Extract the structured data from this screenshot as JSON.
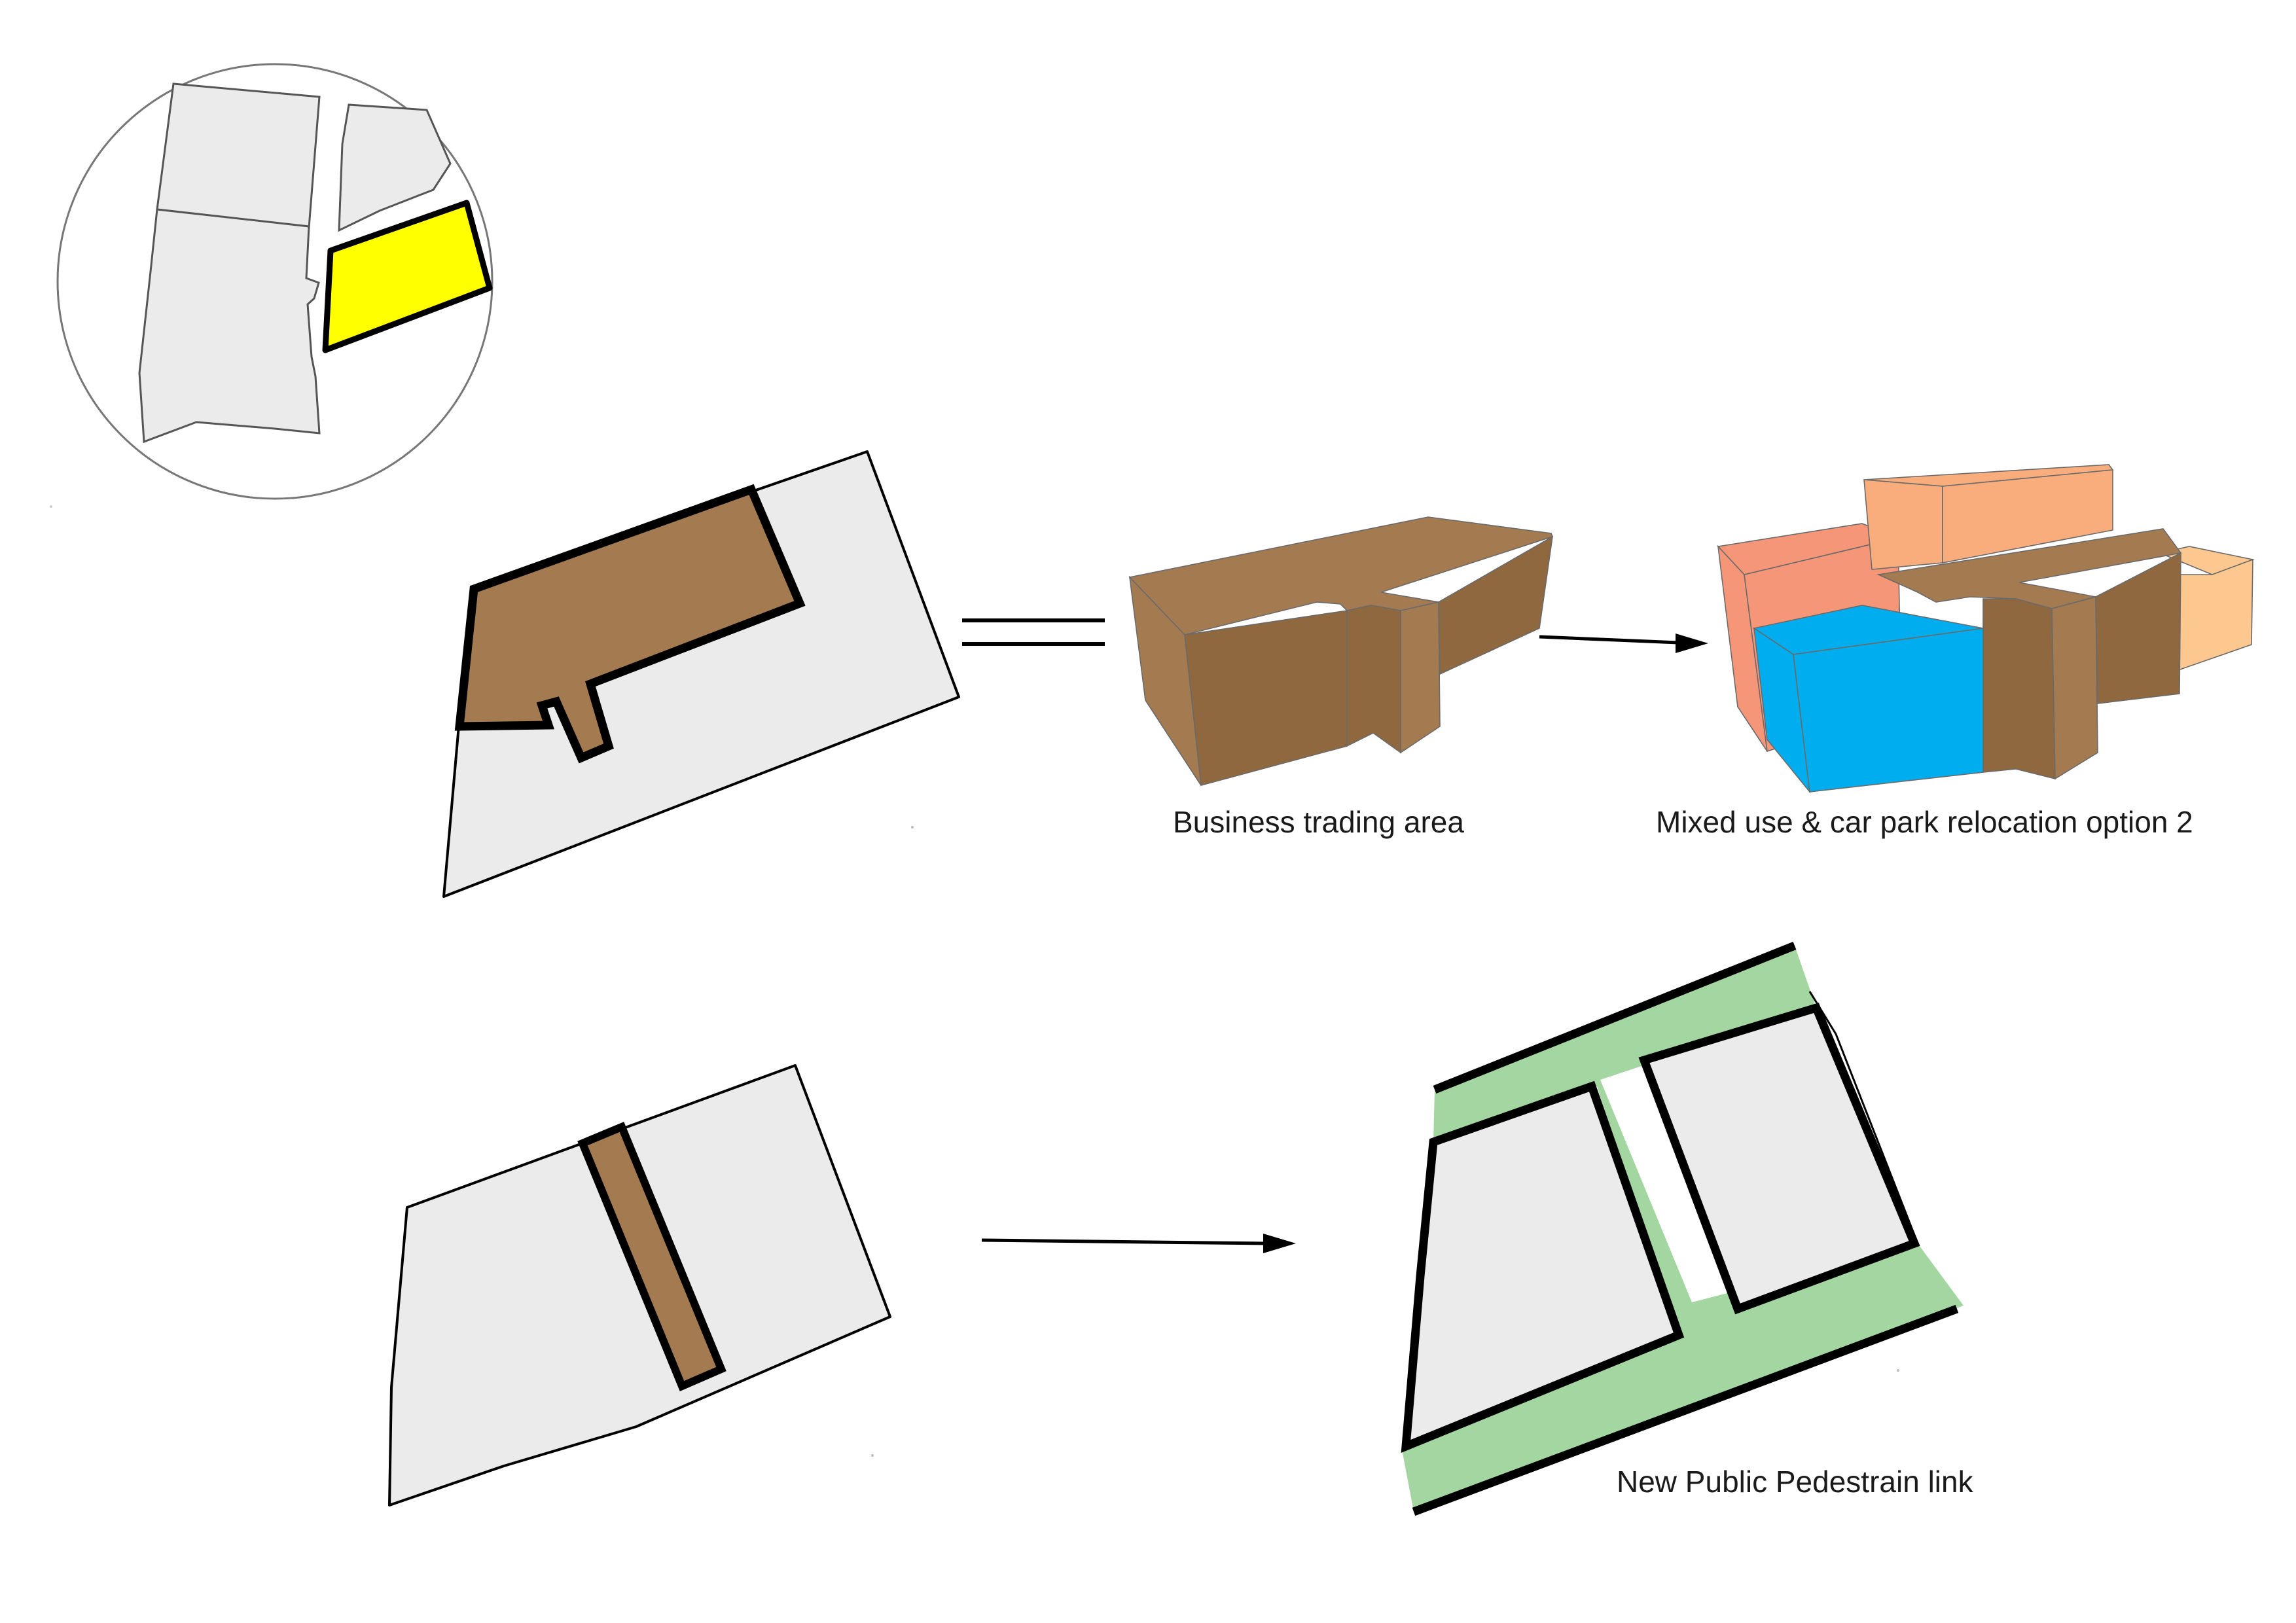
{
  "colors": {
    "background": "#ffffff",
    "site": "#ebebeb",
    "selected_plot": "#ffff00",
    "business_area": "#a47a50",
    "business_area_dark": "#8f6840",
    "pedestrian_link": "#a3d6a0",
    "car_park": "#00aeef",
    "mixed_use_salmon": "#f59679",
    "mixed_use_peach": "#f9ad7d",
    "mixed_use_light": "#fcc88f",
    "outline": "#000000"
  },
  "captions": {
    "business_trading_area": "Business trading area",
    "mixed_use": "Mixed use & car park relocation option 2",
    "pedestrian_link": "New Public Pedestrain link"
  },
  "icons": {
    "equals": "equals-sign",
    "arrow_top": "right-arrow",
    "arrow_bottom": "right-arrow"
  }
}
